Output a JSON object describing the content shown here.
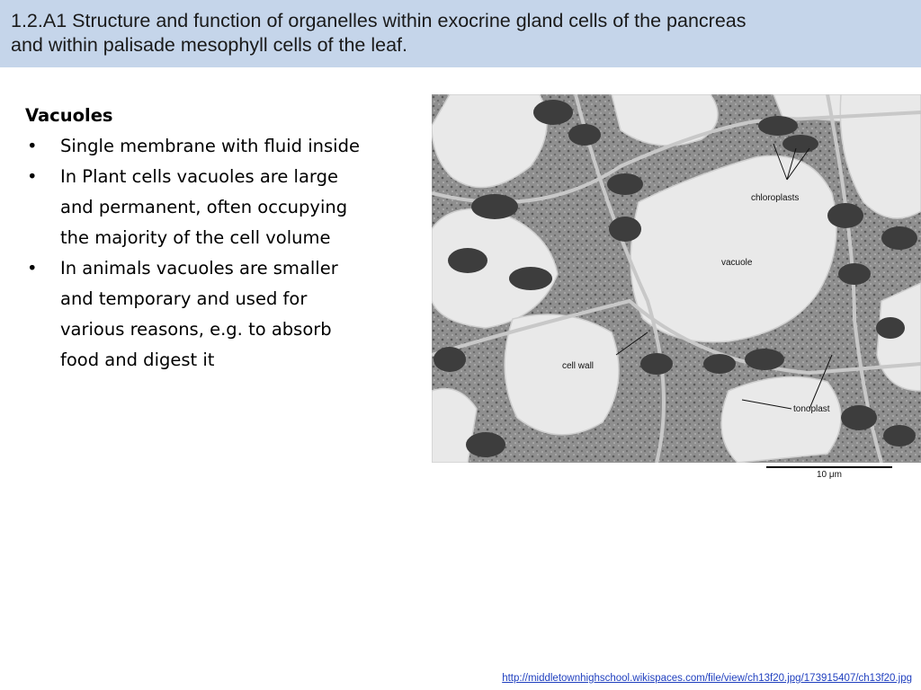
{
  "slide": {
    "title_line1": "1.2.A1 Structure and function of organelles within exocrine gland cells of the pancreas",
    "title_line2": "and within palisade mesophyll cells of the leaf.",
    "section_heading": "Vacuoles",
    "bullets": [
      {
        "lines": [
          "Single membrane with fluid inside"
        ]
      },
      {
        "lines": [
          "In Plant cells vacuoles are large",
          "and permanent, often occupying",
          "the majority of the cell volume"
        ]
      },
      {
        "lines": [
          "In animals vacuoles are smaller",
          "and temporary and used for",
          "various reasons, e.g. to absorb",
          "food and digest it"
        ]
      }
    ],
    "bullet_symbol": "•"
  },
  "micrograph": {
    "labels": {
      "chloroplasts": "chloroplasts",
      "vacuole": "vacuole",
      "cell_wall": "cell wall",
      "tonoplast": "tonoplast"
    },
    "scale_bar": "10 μm"
  },
  "source": {
    "url_text": "http://middletownhighschool.wikispaces.com/file/view/ch13f20.jpg/173915407/ch13f20.jpg"
  },
  "colors": {
    "title_bar": "#c5d5ea",
    "link": "#1f3fbf"
  }
}
